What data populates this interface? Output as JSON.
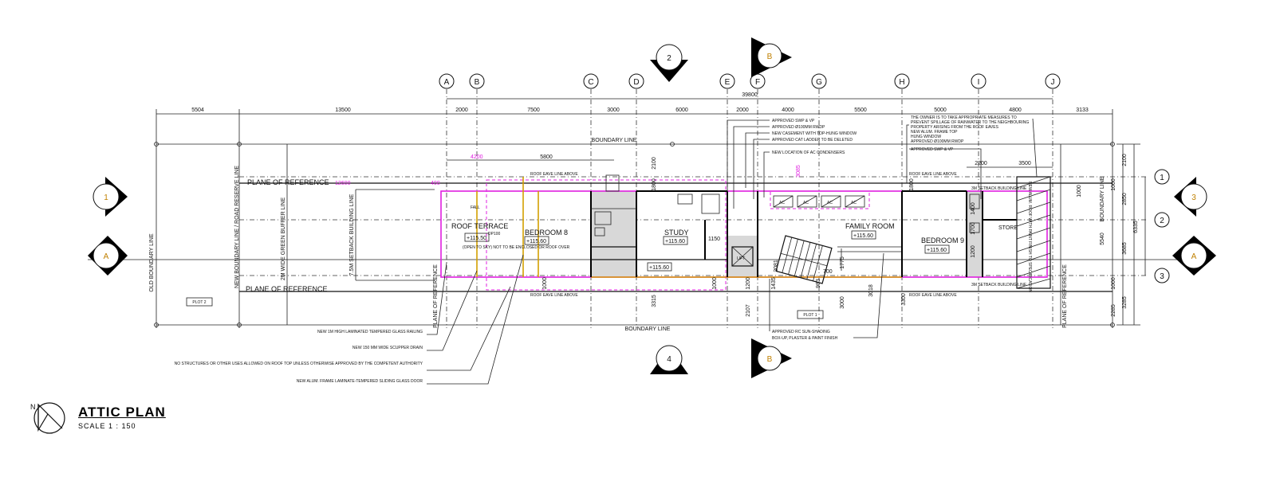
{
  "title": "ATTIC PLAN",
  "scale": "SCALE  1  :  150",
  "north_letter": "N",
  "grid_columns": [
    "A",
    "B",
    "C",
    "D",
    "E",
    "F",
    "G",
    "H",
    "I",
    "J"
  ],
  "grid_rows": [
    "1",
    "2",
    "3"
  ],
  "section_markers": {
    "top_2": "2",
    "top_b": "B",
    "bottom_4": "4",
    "bottom_b": "B",
    "left_1": "1",
    "left_a": "A",
    "right_3": "3",
    "right_a": "A"
  },
  "dims_top": [
    "5504",
    "13500",
    "2000",
    "7500",
    "3000",
    "6000",
    "2000",
    "4000",
    "5500",
    "5000",
    "4800",
    "3133"
  ],
  "dim_overall": "39800",
  "dims_inner": [
    "4200",
    "5800",
    "12600",
    "400",
    "2100",
    "1800",
    "3085",
    "2200",
    "3500",
    "1800"
  ],
  "dims_right": [
    "2100",
    "1000",
    "2850",
    "6335",
    "5540",
    "3685",
    "1000",
    "2285",
    "3285"
  ],
  "dims_lower": [
    "1000",
    "3315",
    "1000",
    "1200",
    "2107",
    "1435",
    "983",
    "1775",
    "3000",
    "3018",
    "3300",
    "1150",
    "700",
    "2081",
    "1400",
    "1700",
    "1200",
    "1000"
  ],
  "rooms": [
    {
      "name": "ROOF TERRACE",
      "level": "+115.50"
    },
    {
      "name": "BEDROOM 8",
      "level": "+115.60"
    },
    {
      "name": "STUDY",
      "level": "+115.60"
    },
    {
      "name": "FAMILY ROOM",
      "level": "+115.60"
    },
    {
      "name": "BEDROOM 9",
      "level": "+115.60"
    },
    {
      "name": "STORE",
      "level": ""
    }
  ],
  "corridor_level": "+115.60",
  "labels": {
    "plane_ref_top": "PLANE OF REFERENCE",
    "plane_ref_bottom": "PLANE OF REFERENCE",
    "plane_ref_vert": "PLANE OF REFERENCE",
    "plane_ref_vert_right": "PLANE OF REFERENCE",
    "boundary_top": "BOUNDARY LINE",
    "boundary_bottom": "BOUNDARY LINE",
    "boundary_right": "BOUNDARY LINE",
    "old_boundary": "OLD BOUNDARY LINE",
    "new_boundary": "NEW BOUNDARY LINE / ROAD RESERVE LINE",
    "green_buffer": "2M WIDE GREEN BUFFER LINE",
    "setback_75": "7.5M SETBACK BUILDING LINE",
    "roof_eave_top": "ROOF EAVE LINE ABOVE",
    "roof_eave_bottom": "ROOF EAVE LINE ABOVE",
    "roof_eave_top_right": "ROOF EAVE LINE ABOVE",
    "roof_eave_bottom_right": "ROOF EAVE LINE ABOVE",
    "setback_3m_top": "3M SETBACK BUILDING LINE",
    "setback_3m_bottom": "3M SETBACK BUILDING LINE",
    "plot2": "PLOT 2",
    "plot1": "PLOT 1",
    "open_sky": "(OPEN TO SKY)\nNOT TO BE ENCLOSED\nOR ROOF OVER",
    "fall": "FALL",
    "dp100": "DP100",
    "ac": "AC",
    "lift": "LIFT"
  },
  "notes_left": [
    "NEW 1M HIGH LAMINATED TEMPERED GLASS RAILING",
    "NEW 150 MM WIDE SCUPPER DRAIN",
    "NO STRUCTURES OR OTHER USES ALLOWED ON ROOF TOP UNLESS OTHERWISE APPROVED BY THE COMPETENT AUTHORITY",
    "NEW ALUM. FRAME LAMINATE-TEMPERED SLIDING GLASS DOOR"
  ],
  "notes_top_mid": [
    "APPROVED SWP & VP",
    "APPROVED Ø100MM RWDP",
    "NEW CASEMENT WITH TOP-HUNG WINDOW",
    "APPROVED CAT LADDER TO BE DELETED",
    "NEW LOCATION OF AC CONDENSERS"
  ],
  "notes_top_right": [
    "THE OWNER IS TO TAKE APPROPRIATE MEASURES TO",
    "PREVENT SPILLAGE OF RAINWATER TO THE NEIGHBOURING",
    "PROPERTY ARISING FROM THE ROOF EAVES",
    "NEW ALUM. FRAME TOP",
    "HUNG WINDOW",
    "APPROVED Ø100MM RWDP",
    "APPROVED SWP & VP"
  ],
  "note_bottom": [
    "APPROVED RC SUN-SHADING",
    "BOX-UP, PLASTER & PAINT FINISH"
  ],
  "note_right_vertical": "NEW ALUM. ROOF WITH PAINT FINISH TO SPECIFICATION"
}
